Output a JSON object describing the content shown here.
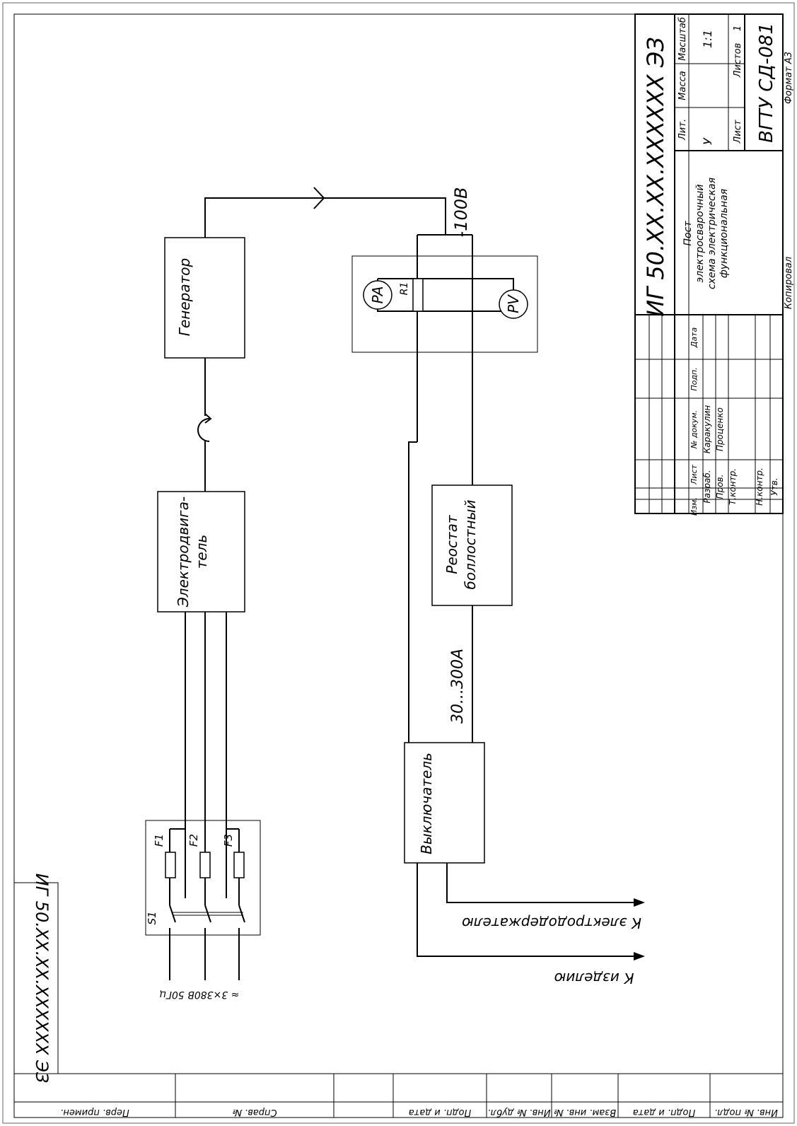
{
  "sheet": {
    "designation": "ИГ 50.XX.XX.XXXXXX ЭЗ",
    "designation_mirror": "ИГ 50.XX.XX.XXXXXX ЭЗ",
    "title_lines": [
      "Пост",
      "электросварочный",
      "схема электрическая",
      "функциональная"
    ],
    "org": "ВГТУ СД-081",
    "lit_value": "У",
    "scale_value": "1:1",
    "sheets_total": "1",
    "headers": {
      "lit": "Лит.",
      "mass": "Масса",
      "scale": "Масштаб",
      "sheet": "Лист",
      "sheets": "Листов",
      "izm": "Изм.",
      "list": "Лист",
      "doc": "№ докум.",
      "sign": "Подп.",
      "date": "Дата"
    },
    "roles": [
      "Разраб.",
      "Пров.",
      "Т.контр.",
      "Н.контр.",
      "Утв."
    ],
    "people": [
      "Каракулин",
      "Проценко"
    ],
    "footer_copied": "Копировал",
    "footer_format": "Формат  А3",
    "side_cells": [
      "Перв. примен.",
      "Справ. №",
      "Подп. и дата",
      "Инв. № дубл.",
      "Взам. инв. №",
      "Подп. и дата",
      "Инв. № подл."
    ]
  },
  "diagram": {
    "blocks": {
      "generator": "Генератор",
      "motor_line1": "Электродвига-",
      "motor_line2": "тель",
      "rheostat_line1": "Реостат",
      "rheostat_line2": "боллостный",
      "switch": "Выключатель"
    },
    "labels": {
      "voltage": "-100В",
      "current": "30...300А",
      "supply": "≈ 3×380В 50Гц",
      "to_electrode": "К электрододержателю",
      "to_product": "К изделию",
      "pa": "PA",
      "pv": "PV",
      "r1": "R1",
      "s1": "S1",
      "f1": "F1",
      "f2": "F2",
      "f3": "F3"
    }
  }
}
